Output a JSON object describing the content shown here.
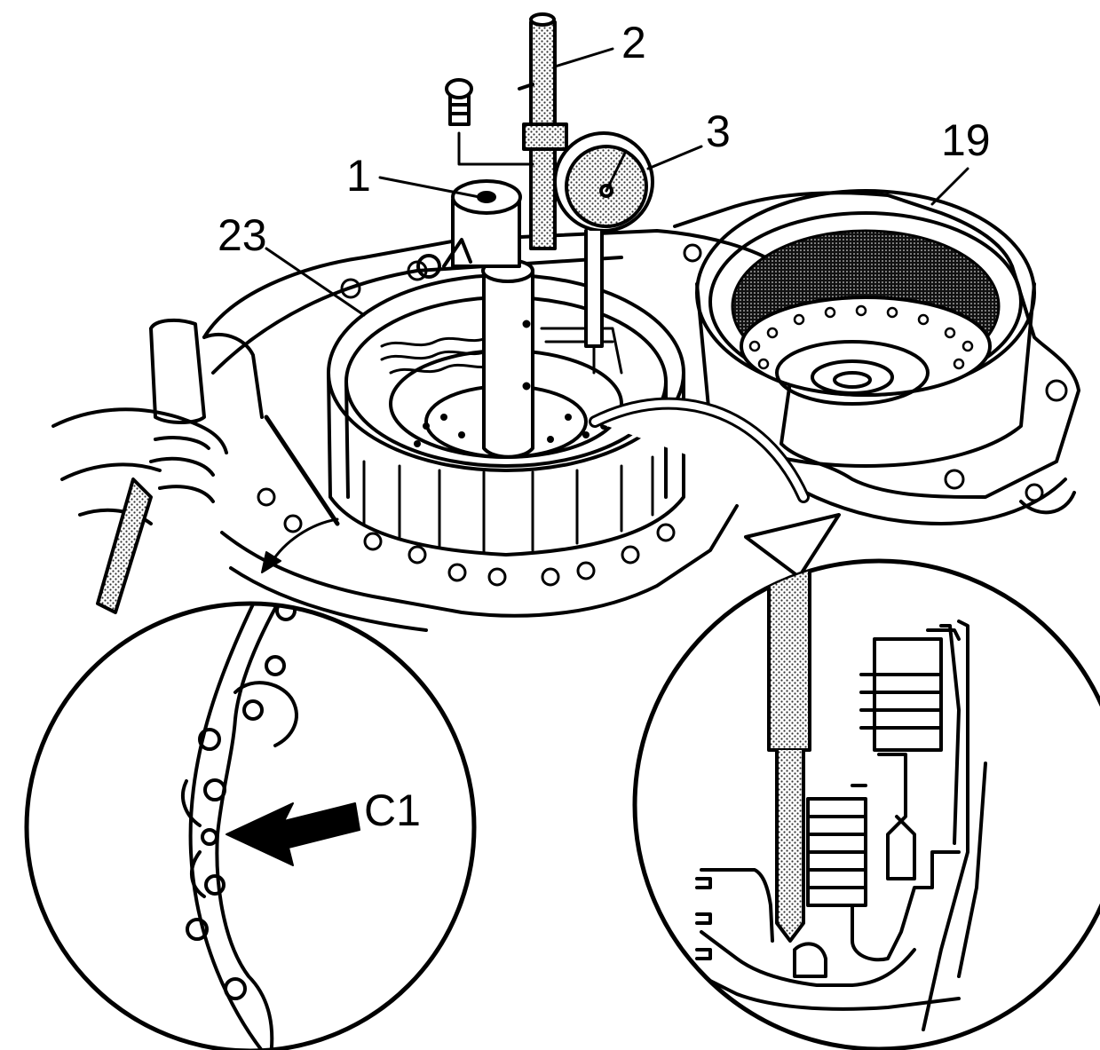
{
  "callouts": {
    "part_1": "1",
    "part_2": "2",
    "part_3": "3",
    "part_19": "19",
    "part_23": "23",
    "cavity_c1": "C1"
  },
  "colors": {
    "ink": "#000000",
    "paper": "#ffffff",
    "stipple": "#9a9a9a"
  }
}
